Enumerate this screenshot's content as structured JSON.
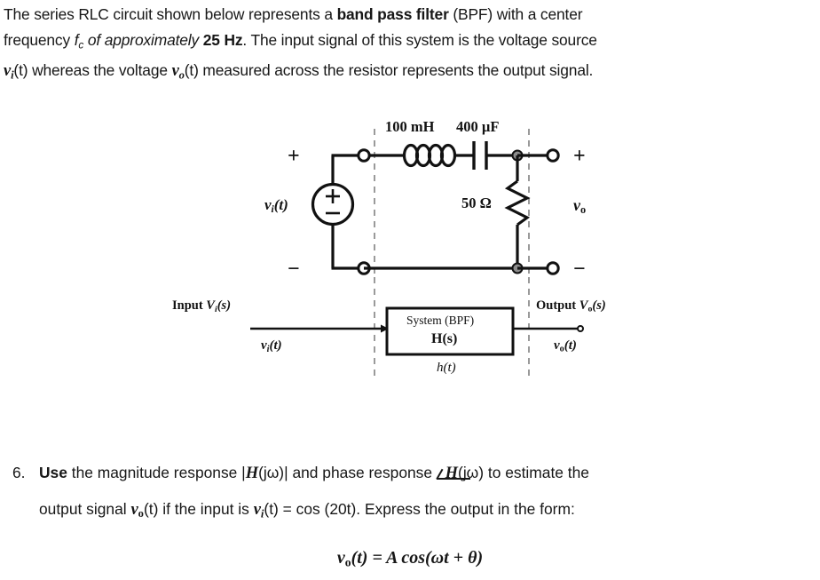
{
  "intro": {
    "line1_a": "The series RLC circuit shown below represents a ",
    "line1_b": "band pass filter",
    "line1_c": " (BPF) with a center",
    "line2_a": "frequency ",
    "line2_f": "f",
    "line2_fsub": "c",
    "line2_b": " of approximately ",
    "line2_c": "25 Hz",
    "line2_d": ".  The input signal of this system is the voltage source",
    "line3_vi": "v",
    "line3_visub": "i",
    "line3_a": "(t) whereas the voltage ",
    "line3_vo": "v",
    "line3_vosub": "o",
    "line3_b": "(t) measured across the resistor represents the output signal."
  },
  "circuit": {
    "inductor_label": "100 mH",
    "capacitor_label": "400 µF",
    "resistor_label": "50 Ω",
    "source_label_v": "v",
    "source_label_sub": "i",
    "source_label_t": "(t)",
    "source_plus": "+",
    "source_minus": "−",
    "input_plus": "+",
    "input_minus": "−",
    "output_plus": "+",
    "output_minus": "−",
    "output_label_v": "v",
    "output_label_sub": "o"
  },
  "block_diagram": {
    "input_top_a": "Input ",
    "input_top_V": "V",
    "input_top_sub": "i",
    "input_top_s": "(s)",
    "input_bottom_v": "v",
    "input_bottom_sub": "i",
    "input_bottom_t": "(t)",
    "box_line1": "System (BPF)",
    "box_line2_H": "H",
    "box_line2_s": "(s)",
    "box_below_h": "h",
    "box_below_t": "(t)",
    "output_top_a": "Output ",
    "output_top_V": "V",
    "output_top_sub": "o",
    "output_top_s": "(s)",
    "output_bottom_v": "v",
    "output_bottom_sub": "o",
    "output_bottom_t": "(t)"
  },
  "question6": {
    "number": "6.",
    "l1_use": "Use",
    "l1_a": " the magnitude response |",
    "l1_H": "H",
    "l1_b": "(jω)| and phase response ",
    "l1_H2": "H",
    "l1_c": "(jω) to estimate the",
    "l2_a": "output signal ",
    "l2_vo": "v",
    "l2_vosub": "o",
    "l2_b": "(t) if the input is ",
    "l2_vi": "v",
    "l2_visub": "i",
    "l2_c": "(t) = cos (20t). Express the output in the form:",
    "equation_vo": "v",
    "equation_vosub": "o",
    "equation_rest": "(t) = A cos(ωt + θ)"
  },
  "colors": {
    "ink": "#171717",
    "wire": "#111111",
    "dashed": "#9a9a9a",
    "node_fill": "#8c8c8c",
    "page_bg": "#ffffff"
  }
}
